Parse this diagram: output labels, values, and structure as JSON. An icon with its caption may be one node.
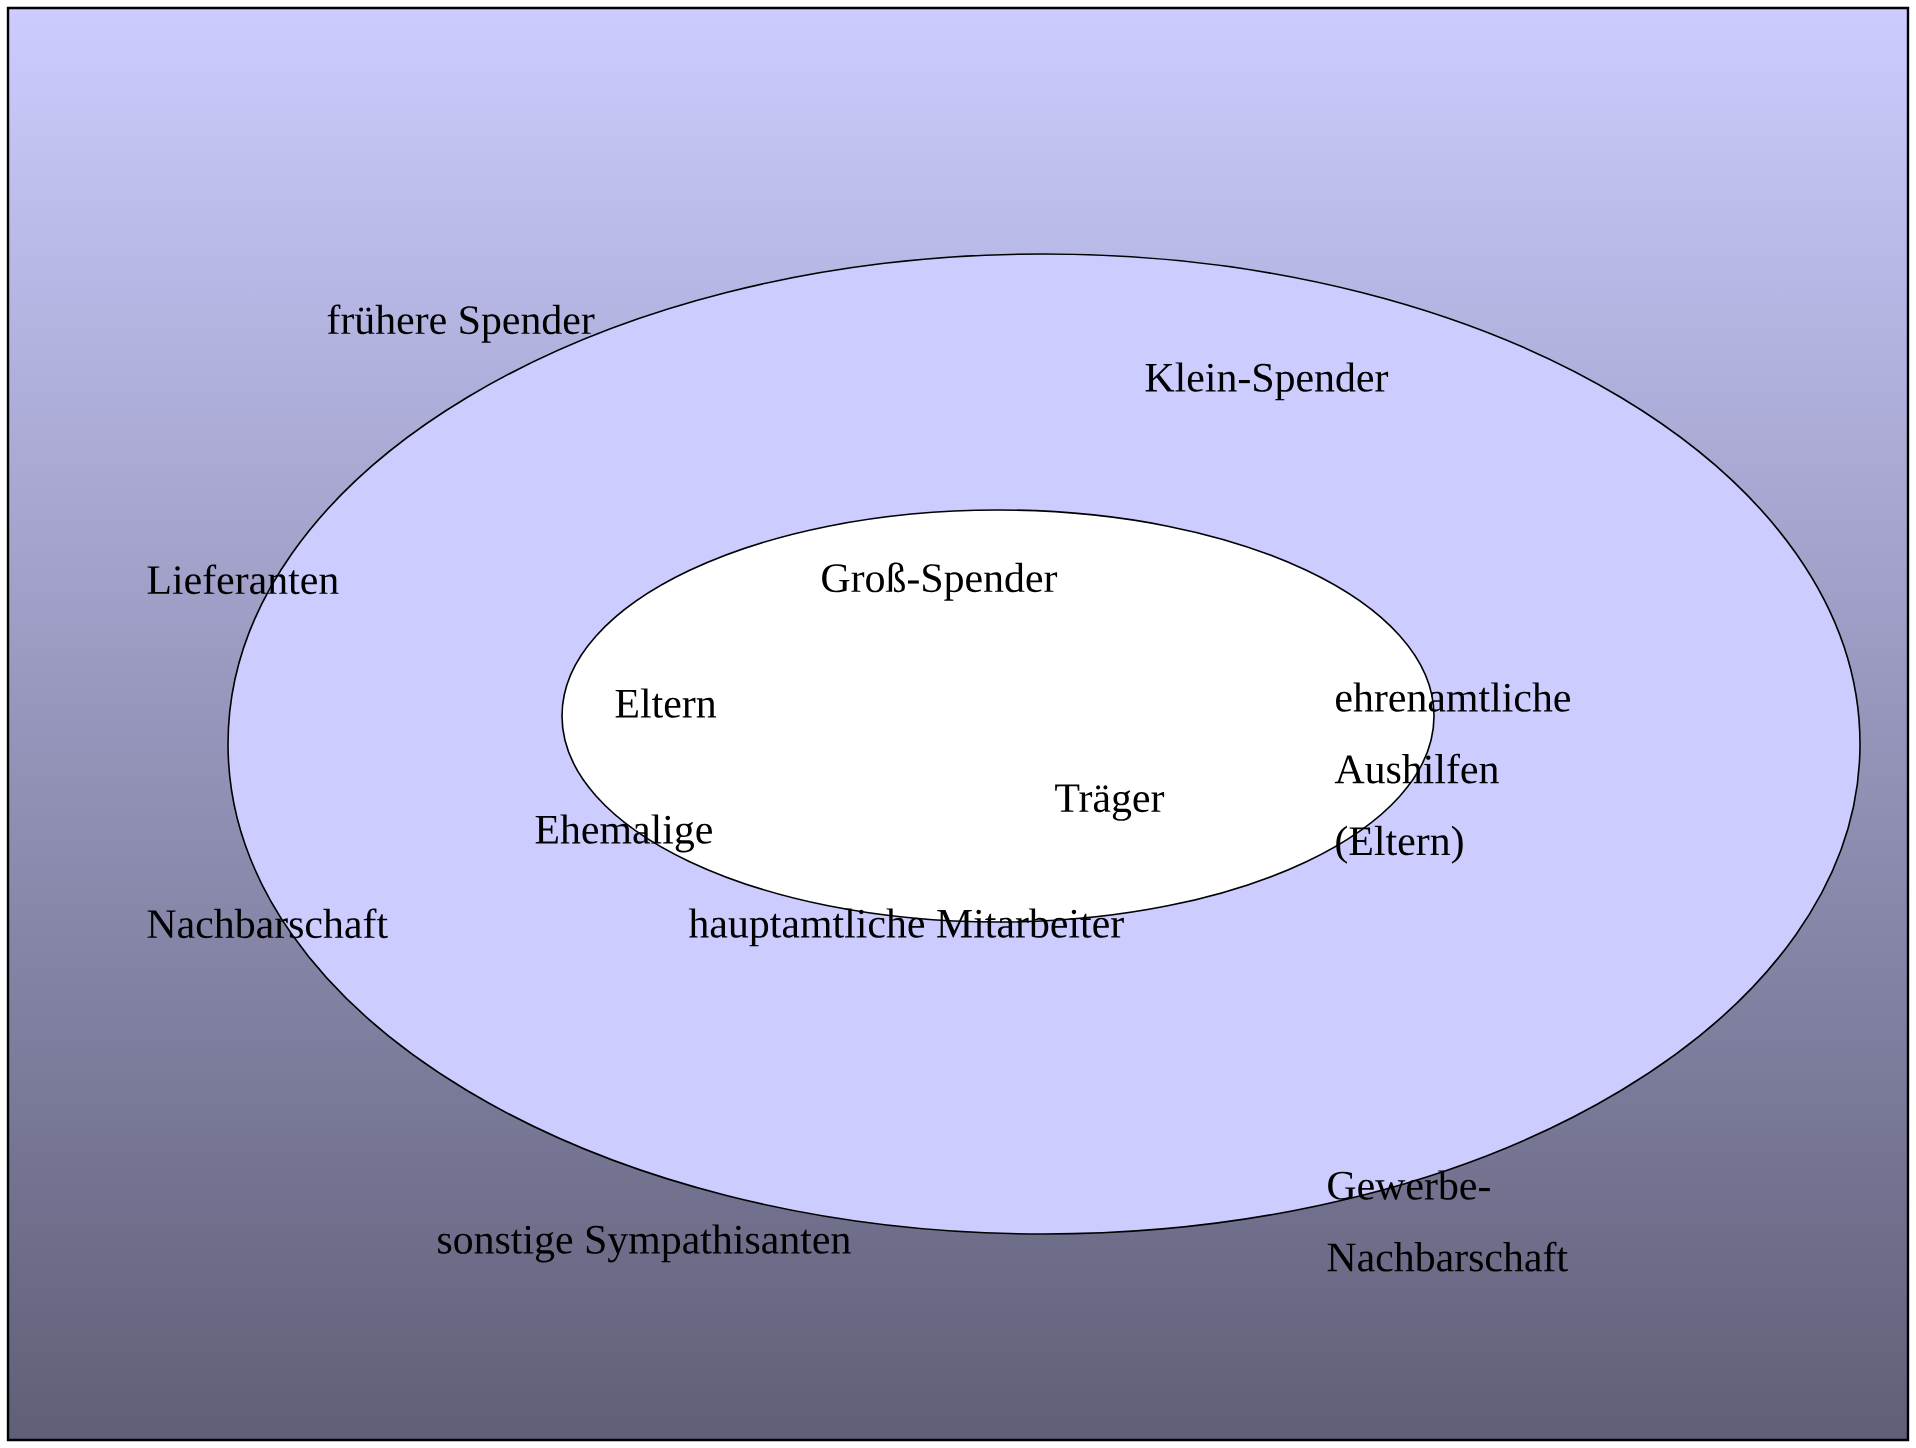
{
  "diagram": {
    "nodes": [
      {
        "text": [],
        "shape": "ellipse"
      },
      {
        "text": [],
        "shape": "ellipse",
        "in": 0
      }
    ],
    "labels": [
      "frühere Spender",
      "Klein-Spender",
      "Lieferanten",
      "Groß-Spender",
      "Eltern",
      "ehrenamtliche Aushilfen (Eltern)",
      "Träger",
      "Ehemalige",
      "Nachbarschaft",
      "hauptamtliche Mitarbeiter",
      "Gewerbe-Nachbarschaft",
      "sonstige Sympathisanten"
    ]
  }
}
